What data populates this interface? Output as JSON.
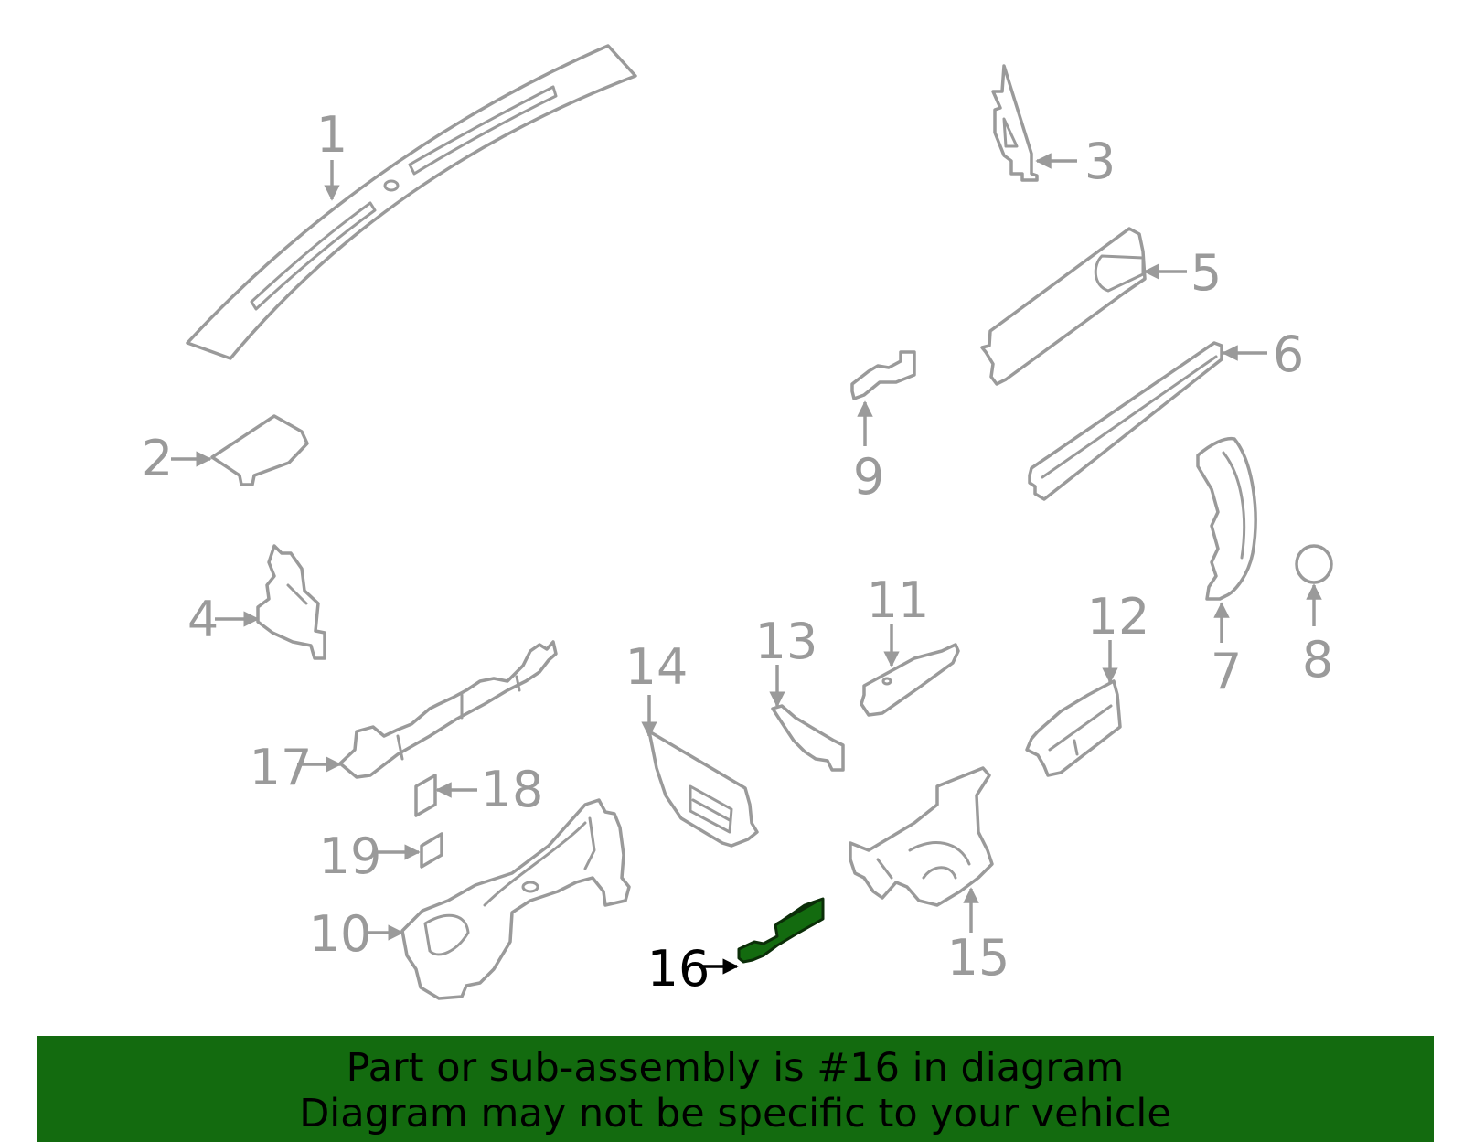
{
  "callouts": {
    "c1": "1",
    "c2": "2",
    "c3": "3",
    "c4": "4",
    "c5": "5",
    "c6": "6",
    "c7": "7",
    "c8": "8",
    "c9": "9",
    "c10": "10",
    "c11": "11",
    "c12": "12",
    "c13": "13",
    "c14": "14",
    "c15": "15",
    "c16": "16",
    "c17": "17",
    "c18": "18",
    "c19": "19"
  },
  "highlighted_part": "16",
  "colors": {
    "highlight": "#136b0f",
    "outline": "#9a9a9a",
    "banner": "#136b0f"
  },
  "banner": {
    "line1": "Part or sub-assembly is #16 in diagram",
    "line2": "Diagram may not be specific to your vehicle"
  }
}
